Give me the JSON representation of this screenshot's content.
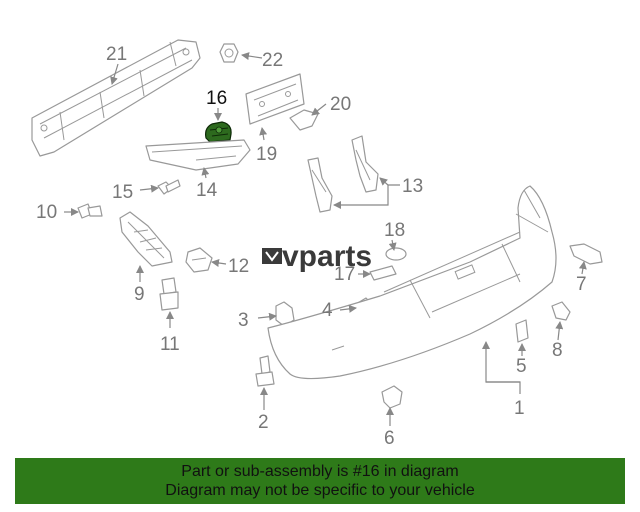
{
  "watermark": "vparts",
  "highlight_part": "16",
  "labels": {
    "l1": "1",
    "l2": "2",
    "l3": "3",
    "l4": "4",
    "l5": "5",
    "l6": "6",
    "l7": "7",
    "l8": "8",
    "l9": "9",
    "l10": "10",
    "l11": "11",
    "l12": "12",
    "l13": "13",
    "l14": "14",
    "l15": "15",
    "l16": "16",
    "l17": "17",
    "l18": "18",
    "l19": "19",
    "l20": "20",
    "l21": "21",
    "l22": "22"
  },
  "banner": {
    "line1": "Part or sub-assembly is #16 in diagram",
    "line2": "Diagram may not be specific to your vehicle"
  },
  "colors": {
    "banner": "#2e7a19",
    "highlight": "#1f5d12",
    "line": "#999999"
  }
}
